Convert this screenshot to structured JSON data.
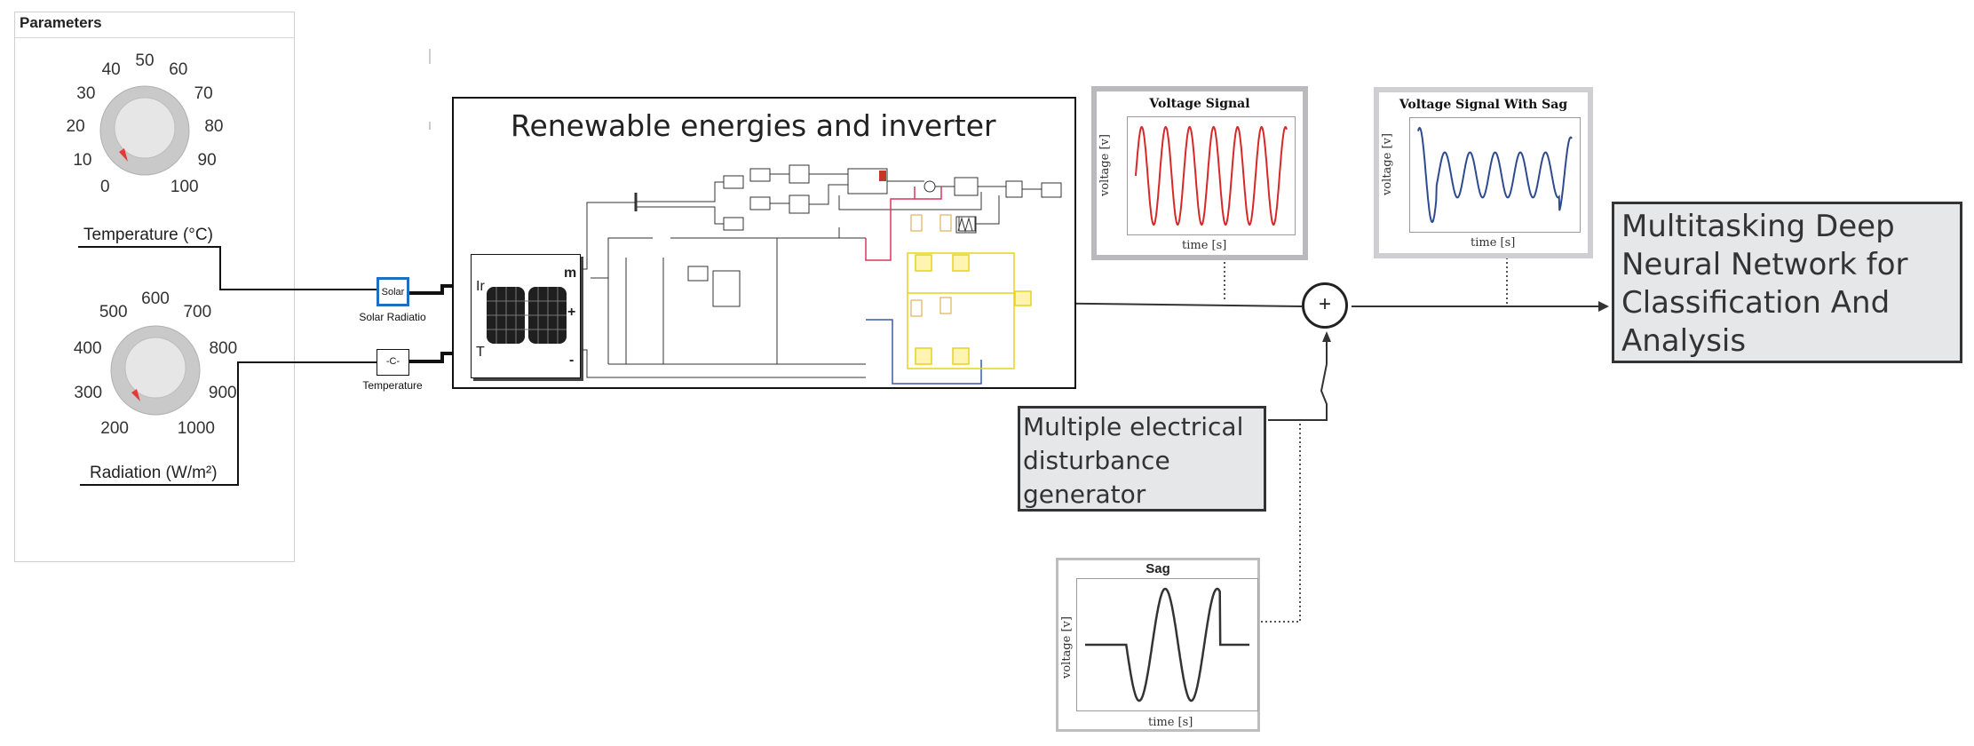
{
  "parameters_panel": {
    "title": "Parameters",
    "temperature_dial": {
      "label": "Temperature (°C)",
      "ticks": [
        "0",
        "10",
        "20",
        "30",
        "40",
        "50",
        "60",
        "70",
        "80",
        "90",
        "100"
      ]
    },
    "radiation_dial": {
      "label": "Radiation (W/m²)",
      "ticks": [
        "200",
        "300",
        "400",
        "500",
        "600",
        "700",
        "800",
        "900",
        "1000"
      ]
    }
  },
  "blocks": {
    "solar_block": {
      "text": "Solar",
      "caption": "Solar Radiatio"
    },
    "temperature_block": {
      "text": "-C-",
      "caption": "Temperature"
    },
    "pv_ports": {
      "ir": "Ir",
      "t": "T",
      "m": "m",
      "plus": "+",
      "minus": "-"
    }
  },
  "main_system": {
    "title": "Renewable energies and inverter"
  },
  "signals": {
    "voltage_signal": {
      "title": "Voltage Signal",
      "ylabel": "voltage [v]",
      "xlabel": "time [s]",
      "color": "#d62828"
    },
    "voltage_with_sag": {
      "title": "Voltage Signal With Sag",
      "ylabel": "voltage [v]",
      "xlabel": "time [s]",
      "color": "#2e4a8f"
    },
    "sag": {
      "title": "Sag",
      "ylabel": "voltage [v]",
      "xlabel": "time [s]",
      "color": "#333333"
    }
  },
  "sum_junction": {
    "symbol": "+"
  },
  "disturbance_generator": {
    "text": "Multiple electrical disturbance generator"
  },
  "neural_network": {
    "text": "Multitasking Deep Neural Network for Classification And Analysis"
  }
}
